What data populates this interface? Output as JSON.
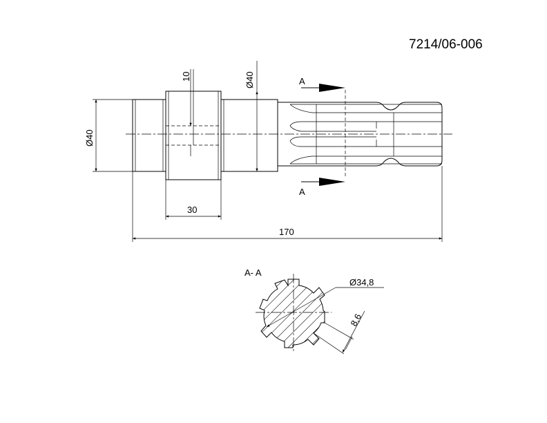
{
  "drawing": {
    "part_number": "7214/06-006",
    "dimensions": {
      "collar_width": "10",
      "collar_diameter": "Ø40",
      "journal_diameter": "Ø40",
      "groove_length": "30",
      "overall_length": "170"
    },
    "section": {
      "marker_top": "A",
      "marker_bottom": "A",
      "title": "A- A",
      "outer_diameter": "Ø34,8",
      "spline_width": "8,6"
    }
  }
}
